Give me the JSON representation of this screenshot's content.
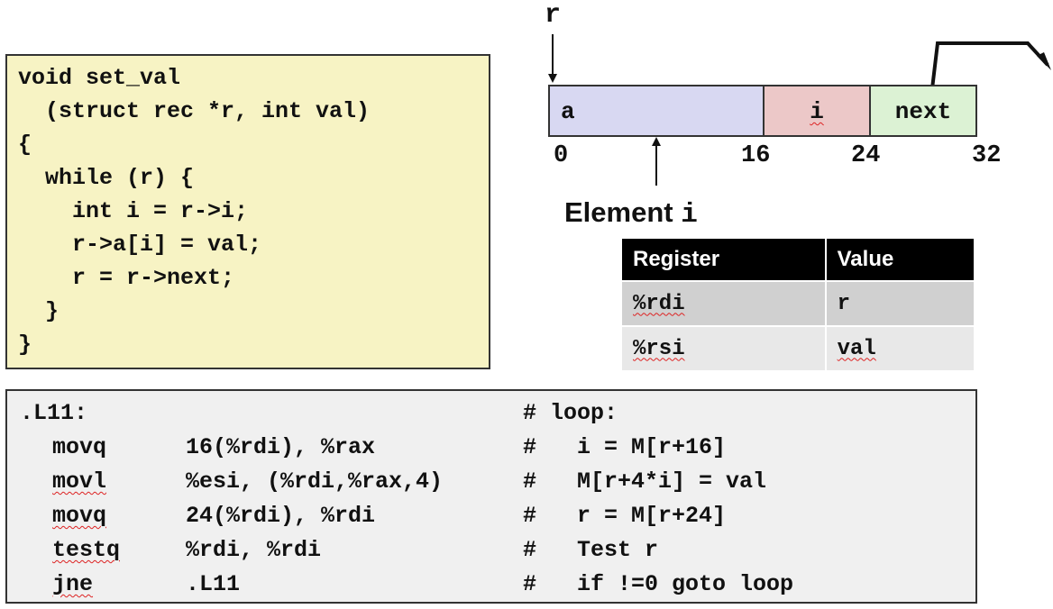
{
  "c_code": {
    "lines": [
      "void set_val",
      "  (struct rec *r, int val)",
      "{",
      "  while (r) {",
      "    int i = r->i;",
      "    r->a[i] = val;",
      "    r = r->next;",
      "  }",
      "}"
    ]
  },
  "memory": {
    "pointer_label": "r",
    "fields": [
      {
        "label": "a",
        "color": "#d8d8f2"
      },
      {
        "label": "i",
        "color": "#ecc8c8"
      },
      {
        "label": "next",
        "color": "#dcf2d4"
      }
    ],
    "offsets": [
      "0",
      "16",
      "24",
      "32"
    ],
    "element_label_text": "Element ",
    "element_label_var": "i"
  },
  "register_table": {
    "headers": [
      "Register",
      "Value"
    ],
    "rows": [
      {
        "register": "%rdi",
        "value": "r"
      },
      {
        "register": "%rsi",
        "value": "val"
      }
    ]
  },
  "assembly": {
    "label": ".L11:",
    "label_comment": "# loop:",
    "instructions": [
      {
        "op": "movq",
        "args": "16(%rdi), %rax",
        "comment": "#   i = M[r+16]"
      },
      {
        "op": "movl",
        "args": "%esi, (%rdi,%rax,4)",
        "comment": "#   M[r+4*i] = val"
      },
      {
        "op": "movq",
        "args": "24(%rdi), %rdi",
        "comment": "#   r = M[r+24]"
      },
      {
        "op": "testq",
        "args": "%rdi, %rdi",
        "comment": "#   Test r"
      },
      {
        "op": "jne",
        "args": ".L11",
        "comment": "#   if !=0 goto loop"
      }
    ]
  }
}
